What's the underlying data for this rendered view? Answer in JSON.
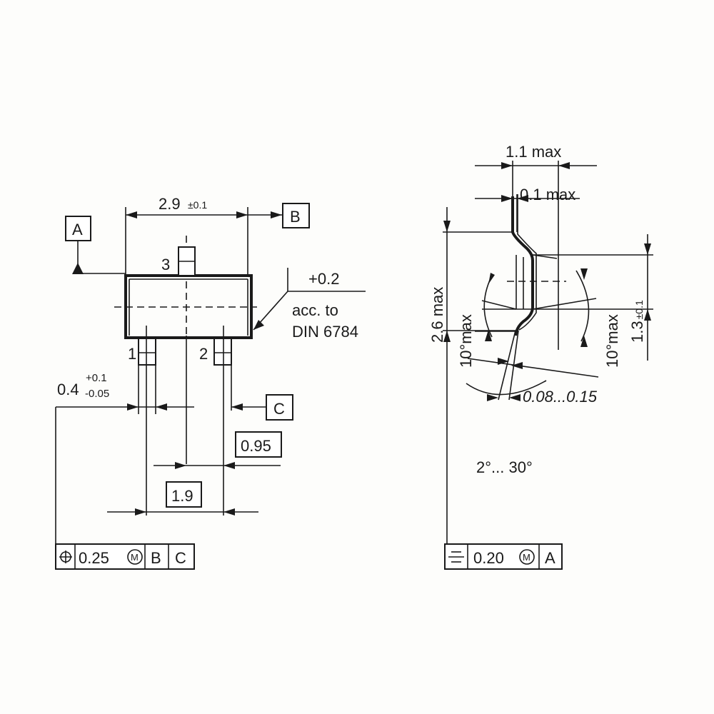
{
  "top_view": {
    "width_dim": {
      "value": "2.9",
      "tol": "±0.1"
    },
    "datum_a": "A",
    "datum_b": "B",
    "datum_c": "C",
    "pins": [
      "1",
      "2",
      "3"
    ],
    "note": {
      "tol": "+0.2",
      "line1": "acc. to",
      "line2": "DIN 6784"
    },
    "lead_width": {
      "value": "0.4",
      "tol_plus": "+0.1",
      "tol_minus": "-0.05"
    },
    "pitch": "0.95",
    "pitch_double": "1.9",
    "fcf": {
      "symbol": "position-icon",
      "tolerance": "0.25",
      "modifier": "M",
      "datum1": "B",
      "datum2": "C"
    }
  },
  "side_view": {
    "height_max": "1.1 max",
    "standoff_max": "0.1 max",
    "overall_max": "2.6 max",
    "body_width": {
      "value": "1.3",
      "tol": "±0.1"
    },
    "draft_left": "10°max",
    "draft_right": "10°max",
    "lead_thickness": "0.08...0.15",
    "lead_angle": "2°... 30°",
    "fcf": {
      "symbol": "symmetry-icon",
      "tolerance": "0.20",
      "modifier": "M",
      "datum": "A"
    }
  }
}
